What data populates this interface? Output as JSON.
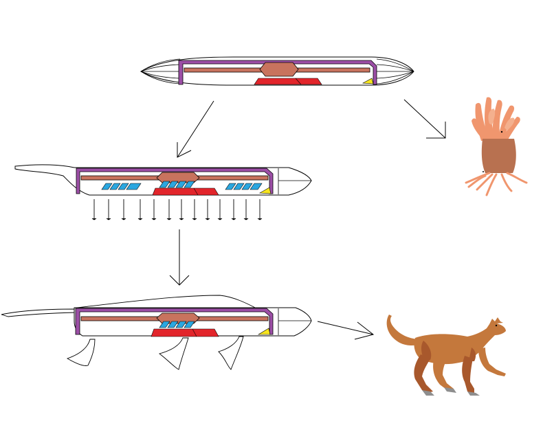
{
  "diagram": {
    "nodes": [
      {
        "id": "ancestor-capsule",
        "kind": "capsule-body"
      },
      {
        "id": "spiked-form",
        "kind": "capsule-with-spikes"
      },
      {
        "id": "finned-form",
        "kind": "capsule-with-fins"
      },
      {
        "id": "anemone-organism",
        "kind": "sea-anemone"
      },
      {
        "id": "dinosaur-organism",
        "kind": "theropod-dinosaur"
      }
    ],
    "edges": [
      {
        "from": "ancestor-capsule",
        "to": "spiked-form"
      },
      {
        "from": "ancestor-capsule",
        "to": "anemone-organism"
      },
      {
        "from": "spiked-form",
        "to": "finned-form"
      },
      {
        "from": "finned-form",
        "to": "dinosaur-organism"
      }
    ],
    "colors": {
      "outline": "#000000",
      "frame_purple": "#9c4fa6",
      "rod_brown": "#c8735e",
      "organ_red": "#e2252b",
      "stripe_blue": "#2aa7e0",
      "wedge_yellow": "#f7e51f",
      "anemone_tentacle": "#f0966e",
      "anemone_column": "#b87150",
      "dinosaur_body": "#c4783c",
      "dinosaur_shade": "#a8582c",
      "claw_grey": "#8e8e8e"
    }
  }
}
